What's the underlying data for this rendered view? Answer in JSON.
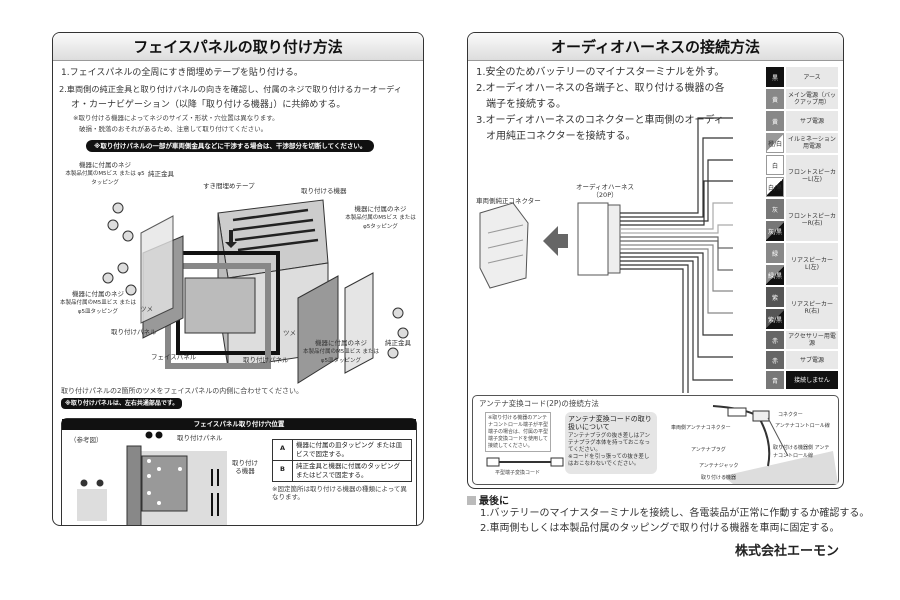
{
  "left": {
    "title": "フェイスパネルの取り付け方法",
    "steps": [
      "1.フェイスパネルの全周にすき間埋めテープを貼り付ける。",
      "2.車両側の純正金具と取り付けパネルの向きを確認し、付属のネジで取り付けるカーオーディ",
      "オ・カーナビゲーション（以降「取り付ける機器」）に共締めする。"
    ],
    "notes": [
      "※取り付ける機器によってネジのサイズ・形状・穴位置は異なります。",
      "破損・脱落のおそれがあるため、注意して取り付けてください。"
    ],
    "warning": "※取り付けパネルの一部が車両側金具などに干渉する場合は、干渉部分を切断してください。",
    "diagram_labels": {
      "screw_tl": "機器に付属のネジ",
      "screw_tl_sub": "本製品付属のM5ビス または φ5タッピング",
      "bracket_l": "純正金具",
      "tape": "すき間埋めテープ",
      "device": "取り付ける機器",
      "screw_tr": "機器に付属のネジ",
      "screw_tr_sub": "本製品付属のM5ビス または φ5タッピング",
      "screw_bl": "機器に付属のネジ",
      "screw_bl_sub": "本製品付属のM5皿ビス または φ5皿タッピング",
      "claw_l": "ツメ",
      "panel_l": "取り付けパネル",
      "face": "フェイスパネル",
      "claw_r": "ツメ",
      "panel_r": "取り付けパネル",
      "bracket_r": "純正金具",
      "screw_br": "機器に付属のネジ",
      "screw_br_sub": "本製品付属のM5皿ビス または φ5皿タッピング"
    },
    "claw_note": "取り付けパネルの2箇所のツメをフェイスパネルの内側に合わせてください。",
    "common_note": "※取り付けパネルは、左右共通部品です。",
    "hole": {
      "title": "フェイスパネル取り付け穴位置",
      "example": "（参考図）",
      "panel": "取り付けパネル",
      "device": "取り付ける機器",
      "a": "A",
      "b": "B",
      "a_text": "機器に付属の皿タッピング または皿ビスで固定する。",
      "b_text": "純正金具と機器に付属のタッピング またはビスで固定する。",
      "note": "※固定箇所は取り付ける機器の種類によって異なります。"
    }
  },
  "right": {
    "title": "オーディオハーネスの接続方法",
    "steps": [
      "1.安全のためバッテリーのマイナスターミナルを外す。",
      "2.オーディオハーネスの各端子と、取り付ける機器の各",
      "端子を接続する。",
      "3.オーディオハーネスのコネクターと車両側のオーディ",
      "オ用純正コネクターを接続する。"
    ],
    "vehicle_connector": "車両側純正コネクター",
    "harness": "オーディオハーネス",
    "harness_pins": "（20P）",
    "wires": [
      {
        "color": "黒",
        "hex": "#111111",
        "label": "アース"
      },
      {
        "color": "黄",
        "hex": "#888888",
        "label": "メイン電源（バックアップ用）"
      },
      {
        "color": "黄",
        "hex": "#888888",
        "label": "サブ電源"
      },
      {
        "color": "橙/白",
        "hex": "#999999",
        "label": "イルミネーション用電源"
      },
      {
        "color": "白",
        "hex": "#ffffff",
        "label": "フロントスピーカーL(左)",
        "minus": "白/黒"
      },
      {
        "color": "灰",
        "hex": "#777777",
        "label": "フロントスピーカーR(右)",
        "minus": "灰/黒"
      },
      {
        "color": "緑",
        "hex": "#888888",
        "label": "リアスピーカーL(左)",
        "minus": "緑/黒"
      },
      {
        "color": "紫",
        "hex": "#555555",
        "label": "リアスピーカーR(右)",
        "minus": "紫/黒"
      },
      {
        "color": "赤",
        "hex": "#666666",
        "label": "アクセサリー用電源"
      },
      {
        "color": "赤",
        "hex": "#666666",
        "label": "サブ電源"
      },
      {
        "color": "青",
        "hex": "#777777",
        "label": "接続しません"
      }
    ],
    "antenna": {
      "title": "アンテナ変換コード(2P)の接続方法",
      "note": "※取り付ける機器のアンテナコントロール端子が平型端子の場合は、付属の平型端子変換コードを使用して接続してください。",
      "cord": "平型端子変換コード",
      "handling_title": "アンテナ変換コードの取り扱いについて",
      "handling_text": "アンテナプラグの抜き差しはアンテナプラグ本体を持っておこなってください。",
      "handling_note": "※コードを引っ張っての抜き差しはおこなわないでください。",
      "labels": [
        "車両側アンテナコネクター",
        "コネクター",
        "アンテナコントロール線",
        "アンテナプラグ",
        "取り付ける機器側 アンテナコントロール線",
        "アンテナジャック",
        "取り付ける機器"
      ]
    }
  },
  "final": {
    "title": "最後に",
    "steps": [
      "1.バッテリーのマイナスターミナルを接続し、各電装品が正常に作動するか確認する。",
      "2.車両側もしくは本製品付属のタッピングで取り付ける機器を車両に固定する。"
    ]
  },
  "company": "株式会社エーモン"
}
